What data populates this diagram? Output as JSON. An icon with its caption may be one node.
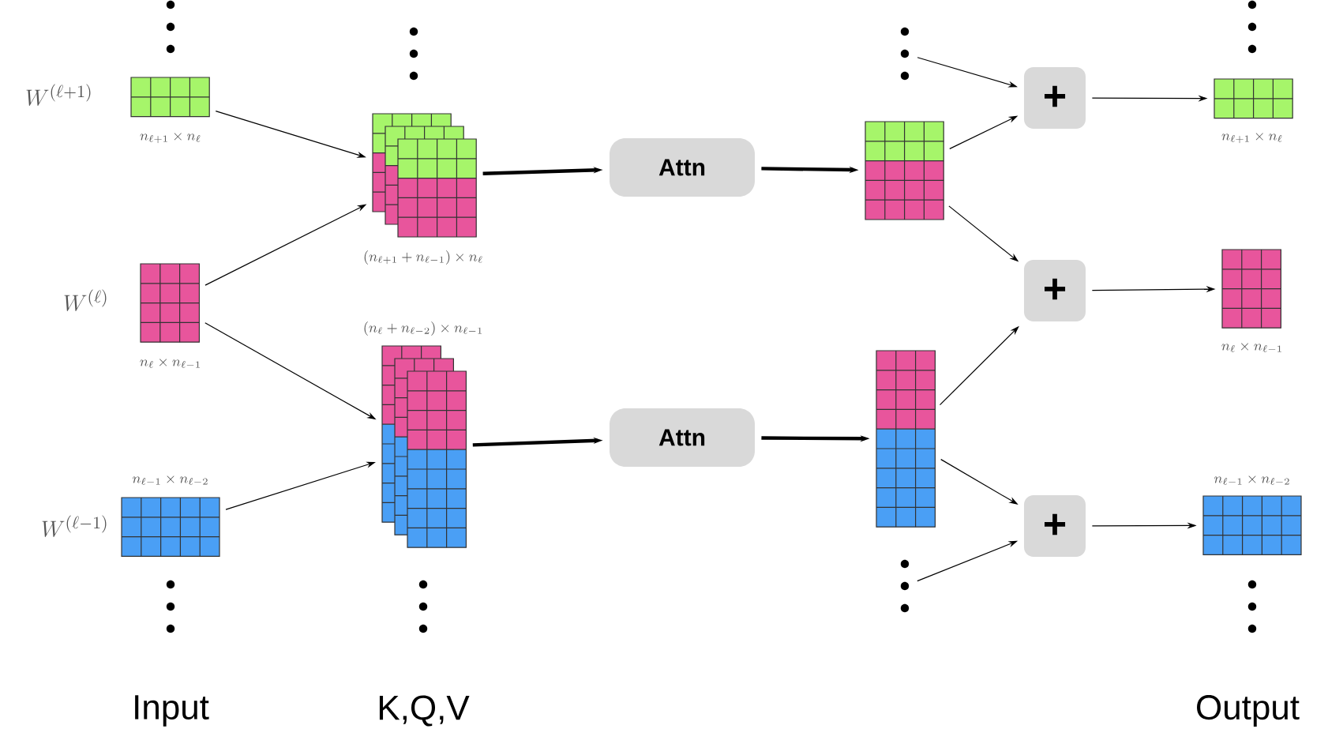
{
  "diagram": {
    "nodes": [
      {
        "text": [],
        "shape": "grid",
        "beside": [
          "W^{(\\ell+1)}",
          "n_{\\ell+1}\\times n_\\ell"
        ]
      },
      {
        "text": [],
        "shape": "grid",
        "beside": [
          "W^{(\\ell)}",
          "n_\\ell\\times n_{\\ell-1}"
        ]
      },
      {
        "text": [],
        "shape": "grid",
        "beside": [
          "W^{(\\ell-1)}",
          "n_{\\ell-1}\\times n_{\\ell-2}"
        ]
      },
      {
        "text": [],
        "shape": "grid",
        "beside": [
          "(n_{\\ell+1}+n_{\\ell-1})\\times n_\\ell"
        ]
      },
      {
        "text": [],
        "shape": "grid",
        "beside": [
          "(n_\\ell+n_{\\ell-2})\\times n_{\\ell-1}"
        ]
      },
      {
        "text": [
          "Attn"
        ]
      },
      {
        "text": [
          "Attn"
        ]
      },
      {
        "text": [],
        "shape": "grid"
      },
      {
        "text": [],
        "shape": "grid"
      },
      {
        "text": [],
        "shape": "dots"
      },
      {
        "text": [],
        "shape": "dots"
      },
      {
        "text": [
          "+"
        ]
      },
      {
        "text": [
          "+"
        ]
      },
      {
        "text": [
          "+"
        ]
      },
      {
        "text": [],
        "shape": "grid",
        "beside": [
          "n_{\\ell+1}\\times n_\\ell"
        ]
      },
      {
        "text": [],
        "shape": "grid",
        "beside": [
          "n_\\ell\\times n_{\\ell-1}"
        ]
      },
      {
        "text": [],
        "shape": "grid",
        "beside": [
          "n_{\\ell-1}\\times n_{\\ell-2}"
        ]
      }
    ],
    "edges": [
      {
        "from": 0,
        "to": 3,
        "arrow": "to"
      },
      {
        "from": 1,
        "to": 3,
        "arrow": "to"
      },
      {
        "from": 1,
        "to": 4,
        "arrow": "to"
      },
      {
        "from": 2,
        "to": 4,
        "arrow": "to"
      },
      {
        "from": 3,
        "to": 5,
        "arrow": "to",
        "style": "thick"
      },
      {
        "from": 4,
        "to": 6,
        "arrow": "to",
        "style": "thick"
      },
      {
        "from": 5,
        "to": 7,
        "arrow": "to",
        "style": "thick"
      },
      {
        "from": 6,
        "to": 8,
        "arrow": "to",
        "style": "thick"
      },
      {
        "from": 9,
        "to": 11,
        "arrow": "to"
      },
      {
        "from": 7,
        "to": 11,
        "arrow": "to"
      },
      {
        "from": 7,
        "to": 12,
        "arrow": "to"
      },
      {
        "from": 8,
        "to": 12,
        "arrow": "to"
      },
      {
        "from": 8,
        "to": 13,
        "arrow": "to"
      },
      {
        "from": 10,
        "to": 13,
        "arrow": "to"
      },
      {
        "from": 11,
        "to": 14,
        "arrow": "to"
      },
      {
        "from": 12,
        "to": 15,
        "arrow": "to"
      },
      {
        "from": 13,
        "to": 16,
        "arrow": "to"
      }
    ],
    "labels": [
      "Input",
      "K,Q,V",
      "Output"
    ]
  }
}
